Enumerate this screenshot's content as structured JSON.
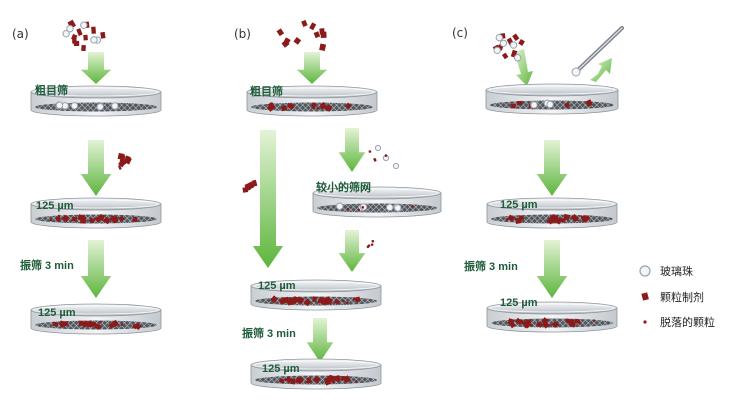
{
  "panels": {
    "a": "(a)",
    "b": "(b)",
    "c": "(c)"
  },
  "labels": {
    "coarse_sieve": "粗目筛",
    "mesh_125": "125 µm",
    "shake": "振筛 3 min",
    "smaller_sieve": "较小的筛网"
  },
  "legend": [
    {
      "key": "bead",
      "text": "玻璃珠"
    },
    {
      "key": "granule",
      "text": "颗粒制剂"
    },
    {
      "key": "fines",
      "text": "脱落的颗粒"
    }
  ],
  "colors": {
    "arrow_top": "#d9efc9",
    "arrow_bottom": "#6cbf49",
    "granule": "#8b1a1a",
    "bead_fill": "#f2f5f8",
    "bead_stroke": "#9aa3ad",
    "label": "#1f5c3a"
  }
}
